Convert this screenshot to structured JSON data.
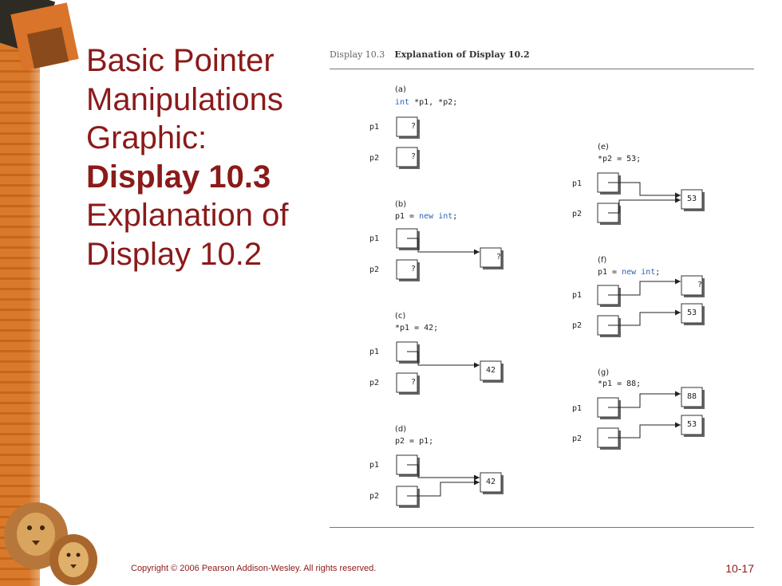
{
  "title": {
    "line1": "Basic Pointer",
    "line2": "Manipulations",
    "line3": "Graphic:",
    "line4": "Display 10.3",
    "line5": "Explanation of",
    "line6": "Display 10.2"
  },
  "display_header": {
    "number": "Display 10.3",
    "title": "Explanation of Display 10.2"
  },
  "panels": {
    "a": {
      "label": "(a)",
      "code_kw": "int",
      "code_rest": " *p1, *p2;",
      "p1": "p1",
      "p2": "p2",
      "p1_val": "?",
      "p2_val": "?"
    },
    "b": {
      "label": "(b)",
      "code_pre": "p1 = ",
      "code_kw": "new int",
      "code_post": ";",
      "p1": "p1",
      "p2": "p2",
      "p2_val": "?",
      "target": "?"
    },
    "c": {
      "label": "(c)",
      "code": "*p1 = 42;",
      "p1": "p1",
      "p2": "p2",
      "p2_val": "?",
      "target": "42"
    },
    "d": {
      "label": "(d)",
      "code": "p2 = p1;",
      "p1": "p1",
      "p2": "p2",
      "target": "42"
    },
    "e": {
      "label": "(e)",
      "code": "*p2 = 53;",
      "p1": "p1",
      "p2": "p2",
      "target": "53"
    },
    "f": {
      "label": "(f)",
      "code_pre": "p1 = ",
      "code_kw": "new int",
      "code_post": ";",
      "p1": "p1",
      "p2": "p2",
      "target1": "?",
      "target2": "53"
    },
    "g": {
      "label": "(g)",
      "code": "*p1 = 88;",
      "p1": "p1",
      "p2": "p2",
      "target1": "88",
      "target2": "53"
    }
  },
  "footer": {
    "copyright": "Copyright © 2006 Pearson Addison-Wesley. All rights reserved.",
    "slide_number": "10-17"
  },
  "colors": {
    "title": "#8b1a1a",
    "stripe": "#d97a2a",
    "keyword": "#2a63b8"
  }
}
